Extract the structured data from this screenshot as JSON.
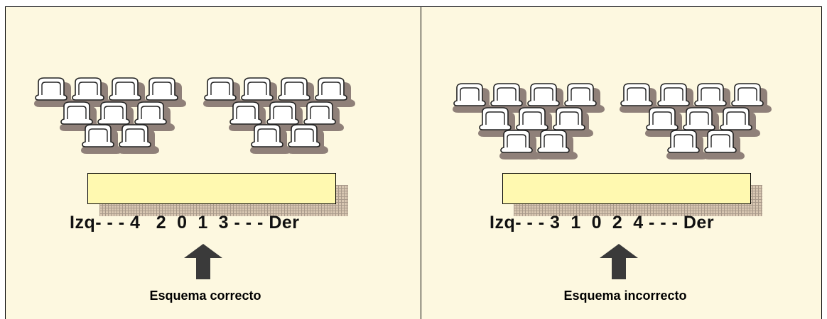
{
  "panels": [
    {
      "order_text": "Izq- - - 4   2  0  1  3 - - - Der",
      "caption": "Esquema correcto"
    },
    {
      "order_text": "Izq- - - 3  1  0  2  4 - - - Der",
      "caption": "Esquema incorrecto"
    }
  ],
  "colors": {
    "panel_background": "#fdf8e0",
    "table_fill": "#fff9b0",
    "seat_shadow": "#8f8079",
    "arrow": "#3a3a3a"
  }
}
